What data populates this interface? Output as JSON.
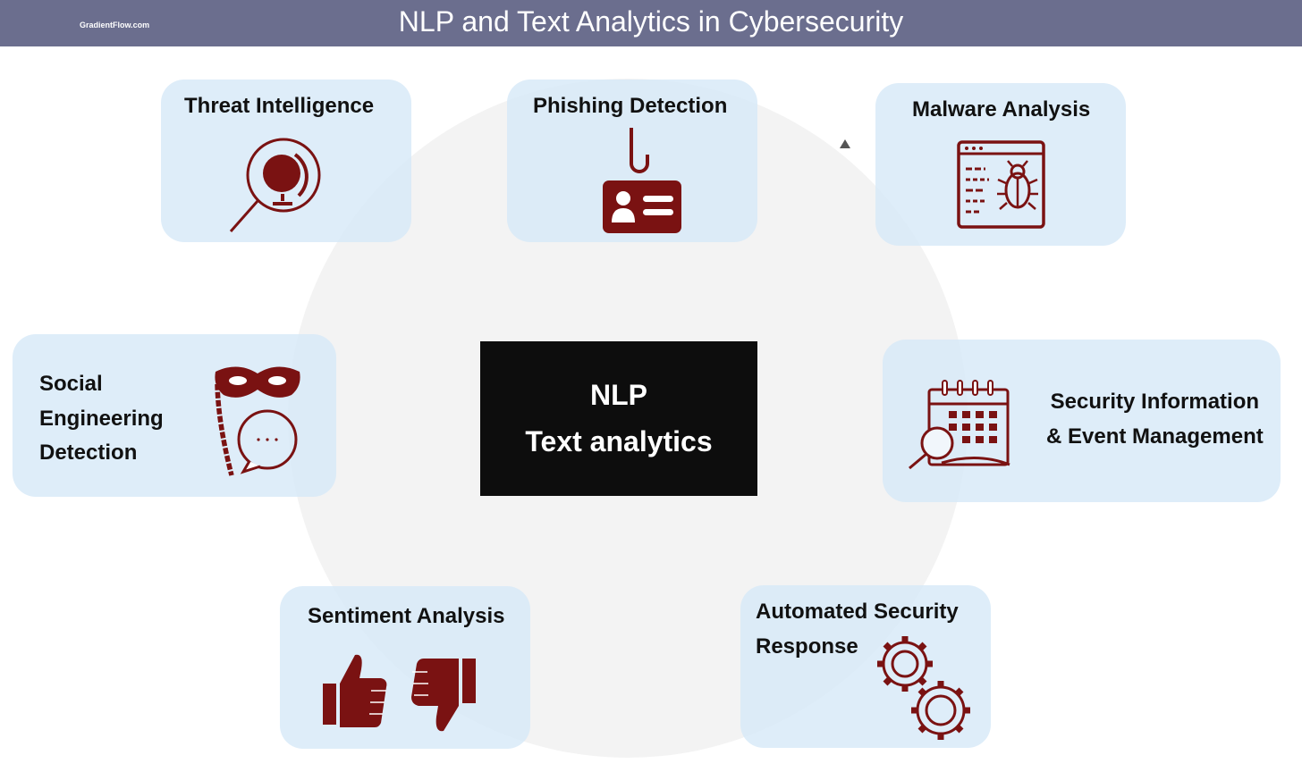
{
  "header": {
    "brand": "GradientFlow.com",
    "title": "NLP and Text Analytics in Cybersecurity"
  },
  "center": {
    "line1": "NLP",
    "line2": "Text analytics"
  },
  "nodes": {
    "threat": {
      "label": "Threat Intelligence",
      "icon": "globe-magnifier-icon"
    },
    "phishing": {
      "label": "Phishing Detection",
      "icon": "hook-id-card-icon"
    },
    "malware": {
      "label": "Malware Analysis",
      "icon": "code-window-bug-icon"
    },
    "social": {
      "label": "Social\nEngineering\nDetection",
      "icon": "mask-speech-bubble-icon"
    },
    "siem": {
      "label": "Security Information\n& Event Management",
      "icon": "calendar-magnifier-icon"
    },
    "sentiment": {
      "label": "Sentiment Analysis",
      "icon": "thumbs-up-down-icon"
    },
    "automated": {
      "label": "Automated Security\nResponse",
      "icon": "gears-icon"
    }
  },
  "colors": {
    "header_bg": "#6b6e8e",
    "card_bg": "#d6e9f8",
    "icon": "#7a1212",
    "center_bg": "#0d0d0d",
    "circle_bg": "#f3f3f3"
  }
}
